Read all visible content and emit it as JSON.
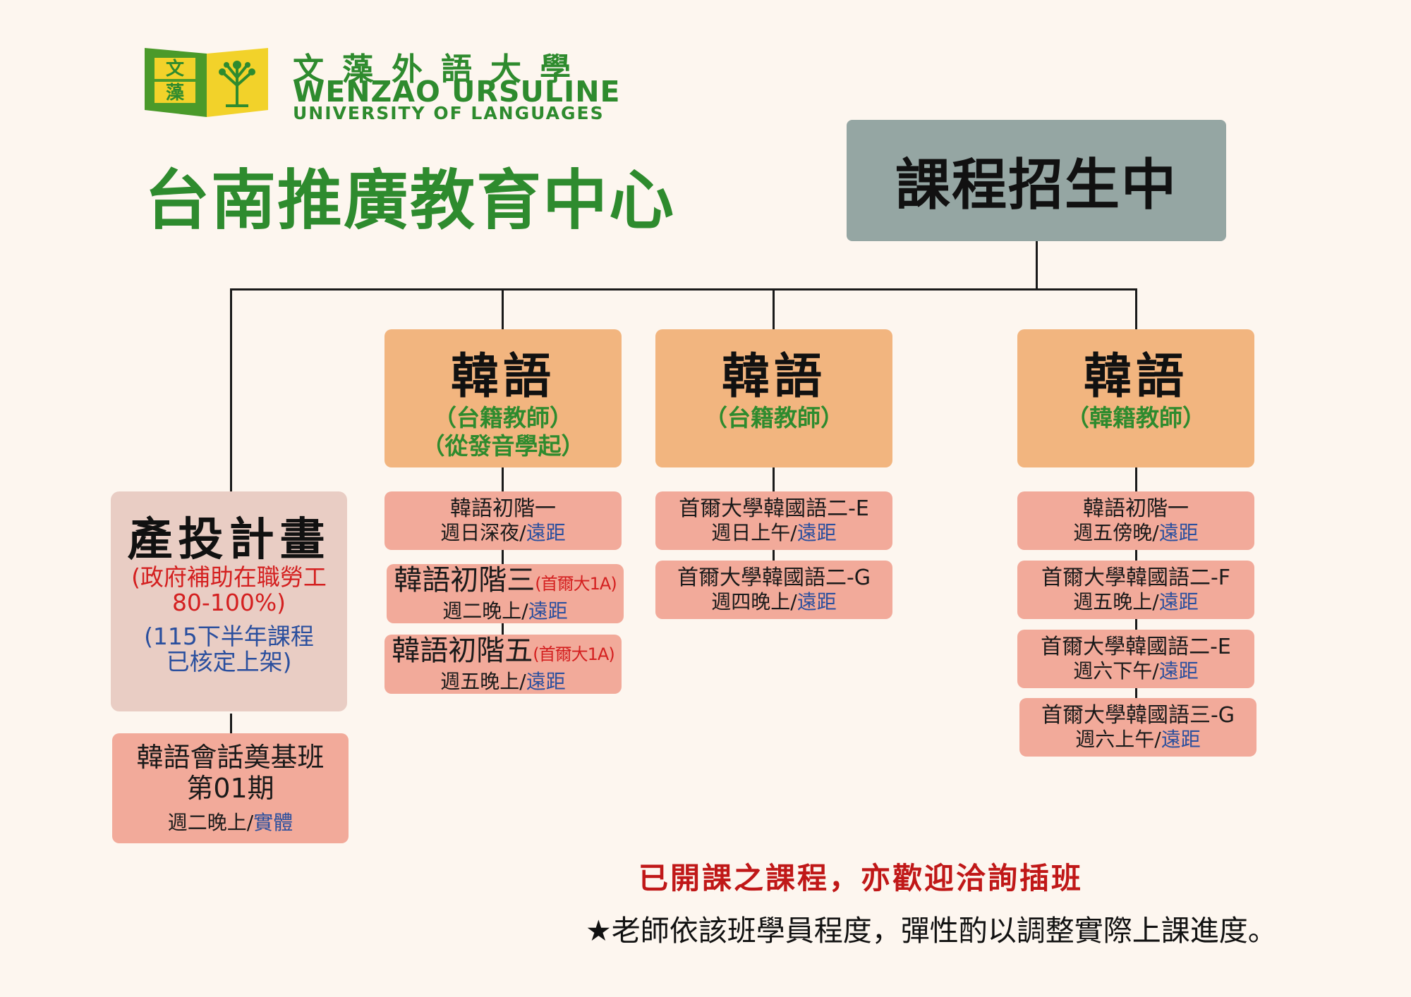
{
  "logo": {
    "zh": "文藻外語大學",
    "en_line1": "WENZAO URSULINE",
    "en_line2": "UNIVERSITY OF LANGUAGES",
    "book_text_1": "文",
    "book_text_2": "藻"
  },
  "title": "台南推廣教育中心",
  "root": "課程招生中",
  "branches": [
    {
      "title": "韓語",
      "sub1": "（台籍教師）",
      "sub2": "（從發音學起）",
      "courses": [
        {
          "name": "韓語初階一",
          "note": "",
          "time": "週日深夜/",
          "mode": "遠距"
        },
        {
          "name": "韓語初階三",
          "note": "(首爾大1A)",
          "time": "週二晚上/",
          "mode": "遠距"
        },
        {
          "name": "韓語初階五",
          "note": "(首爾大1A)",
          "time": "週五晚上/",
          "mode": "遠距"
        }
      ]
    },
    {
      "title": "韓語",
      "sub1": "（台籍教師）",
      "courses": [
        {
          "name": "首爾大學韓國語二-E",
          "time": "週日上午/",
          "mode": "遠距"
        },
        {
          "name": "首爾大學韓國語二-G",
          "time": "週四晚上/",
          "mode": "遠距"
        }
      ]
    },
    {
      "title": "韓語",
      "sub1": "（韓籍教師）",
      "courses": [
        {
          "name": "韓語初階一",
          "time": "週五傍晚/",
          "mode": "遠距"
        },
        {
          "name": "首爾大學韓國語二-F",
          "time": "週五晚上/",
          "mode": "遠距"
        },
        {
          "name": "首爾大學韓國語二-E",
          "time": "週六下午/",
          "mode": "遠距"
        },
        {
          "name": "首爾大學韓國語三-G",
          "time": "週六上午/",
          "mode": "遠距"
        }
      ]
    }
  ],
  "special": {
    "title": "產投計畫",
    "red1": "(政府補助在職勞工",
    "red2": "80-100%)",
    "blue1": "(115下半年課程",
    "blue2": "已核定上架)",
    "course": {
      "name1": "韓語會話奠基班",
      "name2": "第01期",
      "time": "週二晚上/",
      "mode": "實體"
    }
  },
  "notice_red": "已開課之課程，亦歡迎洽詢插班",
  "notice_black": "★老師依該班學員程度，彈性酌以調整實際上課進度。",
  "colors": {
    "green": "#2e8b2e",
    "root_box": "#95a6a3",
    "header_box": "#f2b57f",
    "course_box": "#f2aa9a",
    "special_box": "#e9cdc4",
    "mode_blue": "#2a4f9e",
    "accent_red": "#d42020"
  }
}
